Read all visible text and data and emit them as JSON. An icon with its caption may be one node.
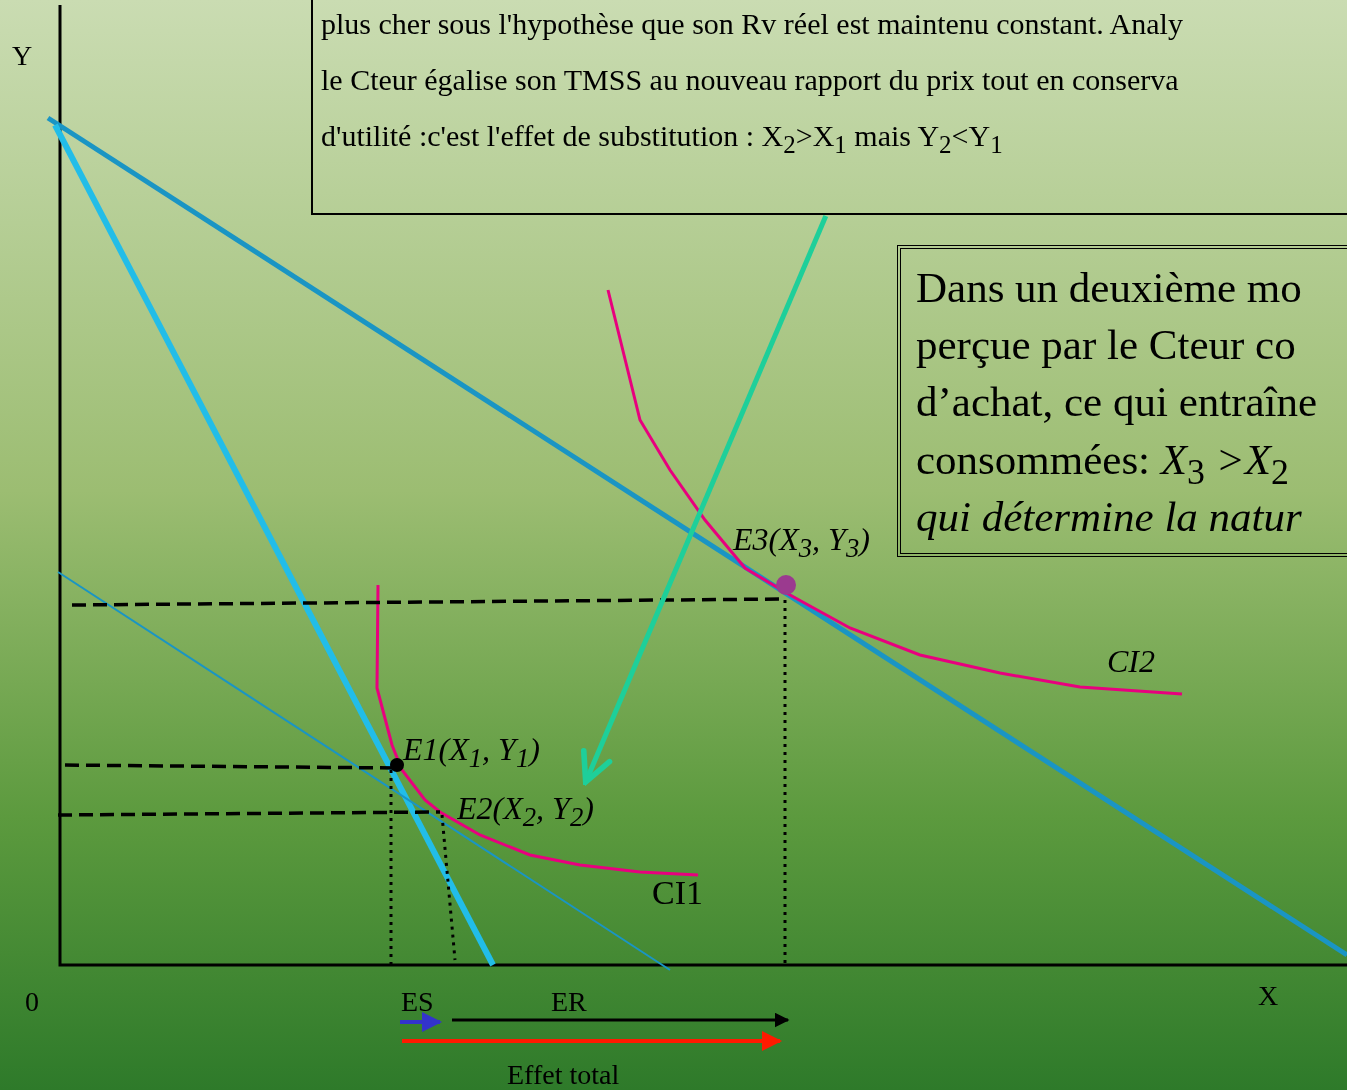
{
  "diagram": {
    "nodes": [
      {
        "text": [
          "plus cher sous l'hypothèse que son Rv réel est maintenu constant. Analy",
          "le Cteur égalise son TMSS au nouveau rapport du prix tout en conserva",
          "d'utilité :c'est l'effet de substitution : X$_{2}$>X$_{1}$ mais Y$_{2}$<Y$_{1}$"
        ]
      },
      {
        "text": [
          "Dans un deuxième mo",
          "perçue  par le Cteur co",
          "d’achat, ce qui entraîne",
          "consommées: *X*$_{3}$ *>X*$_{2}$",
          "*qui détermine la natur*"
        ]
      },
      {
        "text": [
          "E2(X$_{2}$, Y$_{2}$)"
        ]
      }
    ],
    "edges": [
      {
        "from": 0,
        "to": 2,
        "arrow": "to",
        "color": "#1ecf9a"
      }
    ],
    "labels": [
      "Y",
      "E3(X$_{3}$, Y$_{3}$)",
      "CI2",
      "E1(X$_{1}$, Y$_{1}$)",
      "CI1",
      "0",
      "ES",
      "ER",
      "X",
      "Effet total"
    ]
  }
}
